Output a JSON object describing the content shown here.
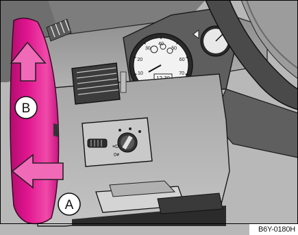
{
  "labels": {
    "a": "A",
    "b": "B",
    "clock": "12:30",
    "reference": "B6Y-0180H"
  },
  "speedometer_ticks": [
    "10",
    "20",
    "30",
    "40",
    "50",
    "60",
    "70"
  ],
  "colors": {
    "highlight": "#e0158f",
    "dashboard": "#9a9a9a",
    "dark": "#262626"
  }
}
